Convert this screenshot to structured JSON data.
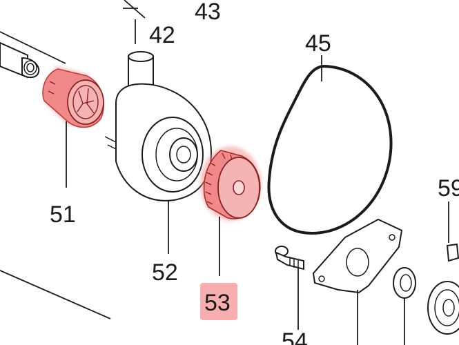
{
  "diagram": {
    "highlight_color": "#f08a8a",
    "callouts": [
      {
        "id": "43",
        "text": "43"
      },
      {
        "id": "42",
        "text": "42"
      },
      {
        "id": "45",
        "text": "45"
      },
      {
        "id": "51",
        "text": "51"
      },
      {
        "id": "52",
        "text": "52"
      },
      {
        "id": "53",
        "text": "53",
        "highlighted": true
      },
      {
        "id": "54",
        "text": "54"
      },
      {
        "id": "59",
        "text": "59"
      }
    ]
  }
}
